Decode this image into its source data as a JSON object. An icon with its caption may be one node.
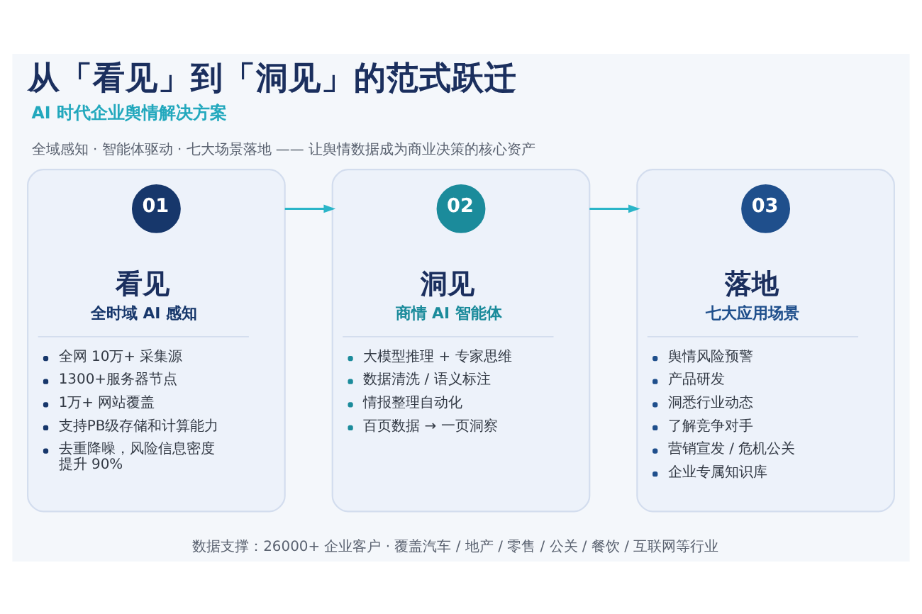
{
  "diagram": {
    "title": "从「看见」到「洞见」的范式跃迁",
    "nodes": [
      {
        "text": [
          "看见",
          "全时域 AI 感知",
          "全网 10万+ 采集源",
          "1300+服务器节点",
          "1万+ 网站覆盖",
          "支持PB级存储和计算能力",
          "去重降噪，风险信息密度提升 90%"
        ]
      },
      {
        "text": [
          "01"
        ],
        "in": 0
      },
      {
        "text": [
          "洞见",
          "商情 AI 智能体",
          "大模型推理 + 专家思维",
          "数据清洗 / 语义标注",
          "情报整理自动化",
          "百页数据 → 一页洞察"
        ]
      },
      {
        "text": [
          "02"
        ],
        "in": 2
      },
      {
        "text": [
          "落地",
          "七大应用场景",
          "舆情风险预警",
          "产品研发",
          "洞悉行业动态",
          "了解竞争对手",
          "营销宣发 / 危机公关",
          "企业专属知识库"
        ]
      },
      {
        "text": [
          "03"
        ],
        "in": 4
      }
    ],
    "edges": [
      {
        "from": 0,
        "to": 2,
        "arrow": "to"
      },
      {
        "from": 2,
        "to": 4,
        "arrow": "to"
      }
    ],
    "labels": [
      "AI 时代企业舆情解决方案",
      "全域感知 · 智能体驱动 · 七大场景落地 —— 让舆情数据成为商业决策的核心资产",
      "数据支撑：26000+ 企业客户 · 覆盖汽车 / 地产 / 零售 / 公关 / 餐饮 / 互联网等行业"
    ]
  }
}
